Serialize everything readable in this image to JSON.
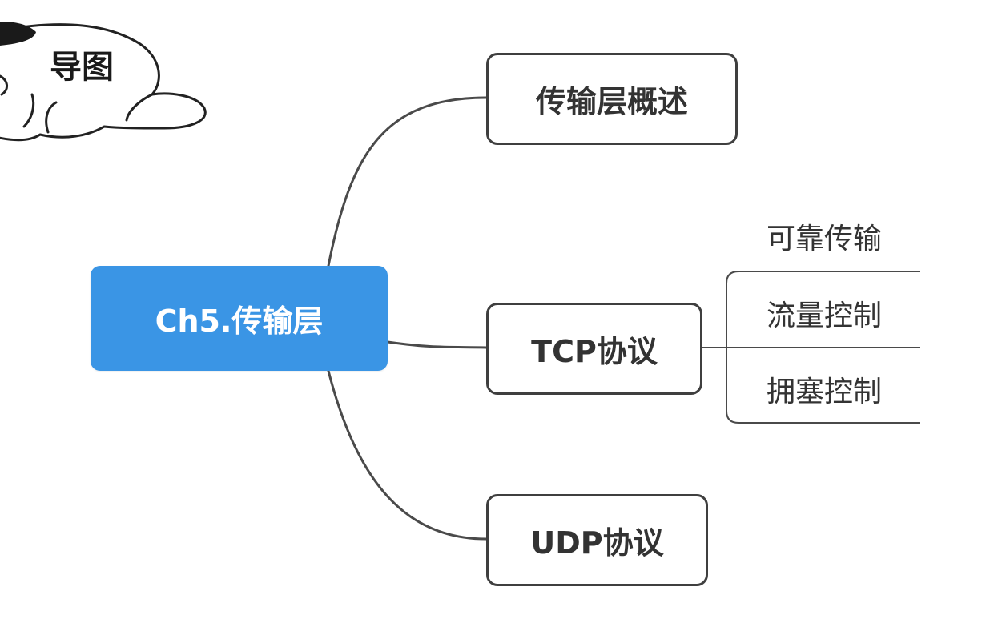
{
  "sticker": {
    "label": "导图"
  },
  "mindmap": {
    "root": {
      "label": "Ch5.传输层",
      "color": "#3a95e5"
    },
    "topics": [
      {
        "label": "传输层概述",
        "subtopics": []
      },
      {
        "label": "TCP协议",
        "subtopics": [
          "可靠传输",
          "流量控制",
          "拥塞控制"
        ]
      },
      {
        "label": "UDP协议",
        "subtopics": []
      }
    ]
  }
}
